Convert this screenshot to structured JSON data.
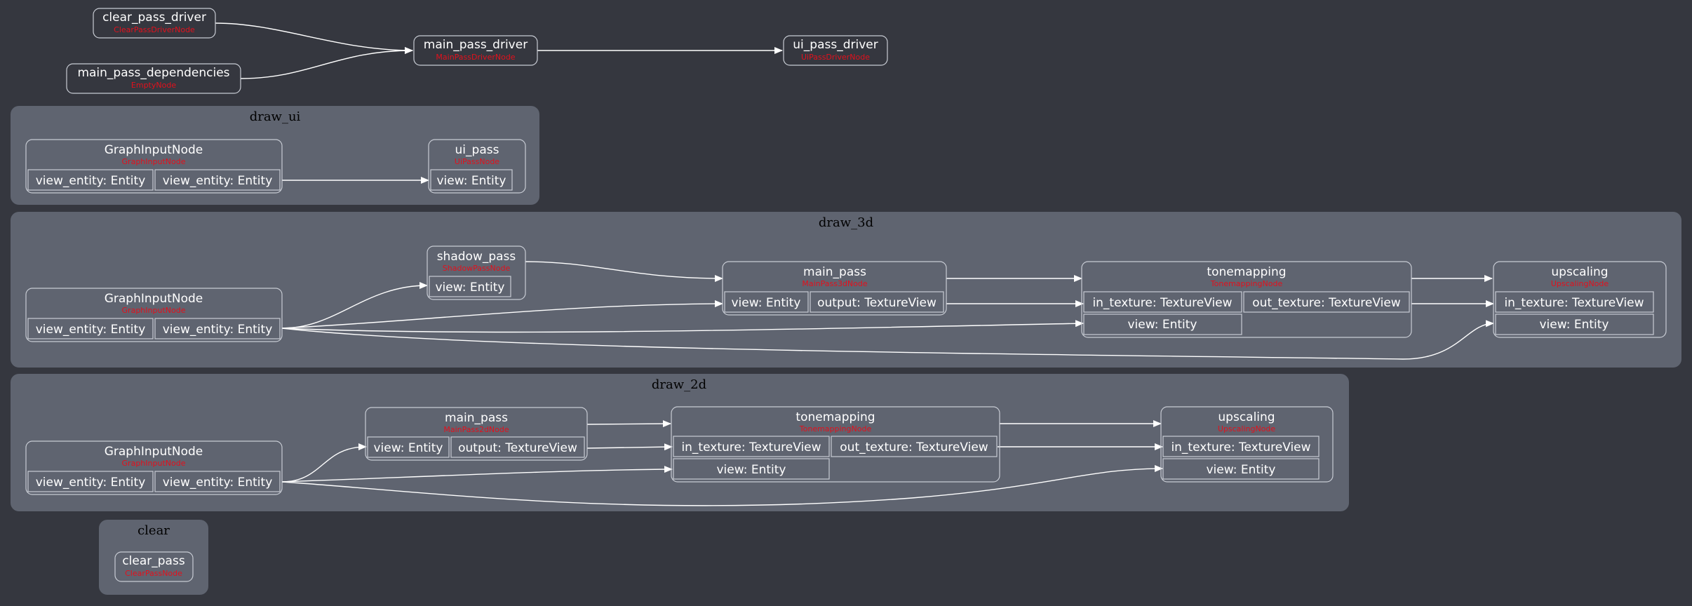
{
  "colors": {
    "background": "#35373f",
    "cluster_fill": "#5f6470",
    "node_stroke": "#c8ccd4",
    "edge": "#ffffff",
    "title": "#ffffff",
    "subtitle": "#e3101c",
    "cluster_label": "#000000"
  },
  "top_nodes": {
    "clear_pass_driver": {
      "title": "clear_pass_driver",
      "type": "ClearPassDriverNode"
    },
    "main_pass_dependencies": {
      "title": "main_pass_dependencies",
      "type": "EmptyNode"
    },
    "main_pass_driver": {
      "title": "main_pass_driver",
      "type": "MainPassDriverNode"
    },
    "ui_pass_driver": {
      "title": "ui_pass_driver",
      "type": "UiPassDriverNode"
    }
  },
  "clusters": {
    "draw_ui": {
      "label": "draw_ui",
      "input": {
        "title": "GraphInputNode",
        "type": "GraphInputNode",
        "slots": [
          "view_entity: Entity",
          "view_entity: Entity"
        ]
      },
      "ui_pass": {
        "title": "ui_pass",
        "type": "UiPassNode",
        "slots": [
          "view: Entity"
        ]
      }
    },
    "draw_3d": {
      "label": "draw_3d",
      "input": {
        "title": "GraphInputNode",
        "type": "GraphInputNode",
        "slots": [
          "view_entity: Entity",
          "view_entity: Entity"
        ]
      },
      "shadow_pass": {
        "title": "shadow_pass",
        "type": "ShadowPassNode",
        "slots": [
          "view: Entity"
        ]
      },
      "main_pass": {
        "title": "main_pass",
        "type": "MainPass3dNode",
        "slots": [
          "view: Entity",
          "output: TextureView"
        ]
      },
      "tonemapping": {
        "title": "tonemapping",
        "type": "TonemappingNode",
        "slots": [
          "in_texture: TextureView",
          "out_texture: TextureView",
          "view: Entity"
        ]
      },
      "upscaling": {
        "title": "upscaling",
        "type": "UpscalingNode",
        "slots": [
          "in_texture: TextureView",
          "view: Entity"
        ]
      }
    },
    "draw_2d": {
      "label": "draw_2d",
      "input": {
        "title": "GraphInputNode",
        "type": "GraphInputNode",
        "slots": [
          "view_entity: Entity",
          "view_entity: Entity"
        ]
      },
      "main_pass": {
        "title": "main_pass",
        "type": "MainPass2dNode",
        "slots": [
          "view: Entity",
          "output: TextureView"
        ]
      },
      "tonemapping": {
        "title": "tonemapping",
        "type": "TonemappingNode",
        "slots": [
          "in_texture: TextureView",
          "out_texture: TextureView",
          "view: Entity"
        ]
      },
      "upscaling": {
        "title": "upscaling",
        "type": "UpscalingNode",
        "slots": [
          "in_texture: TextureView",
          "view: Entity"
        ]
      }
    },
    "clear": {
      "label": "clear",
      "clear_pass": {
        "title": "clear_pass",
        "type": "ClearPassNode"
      }
    }
  }
}
